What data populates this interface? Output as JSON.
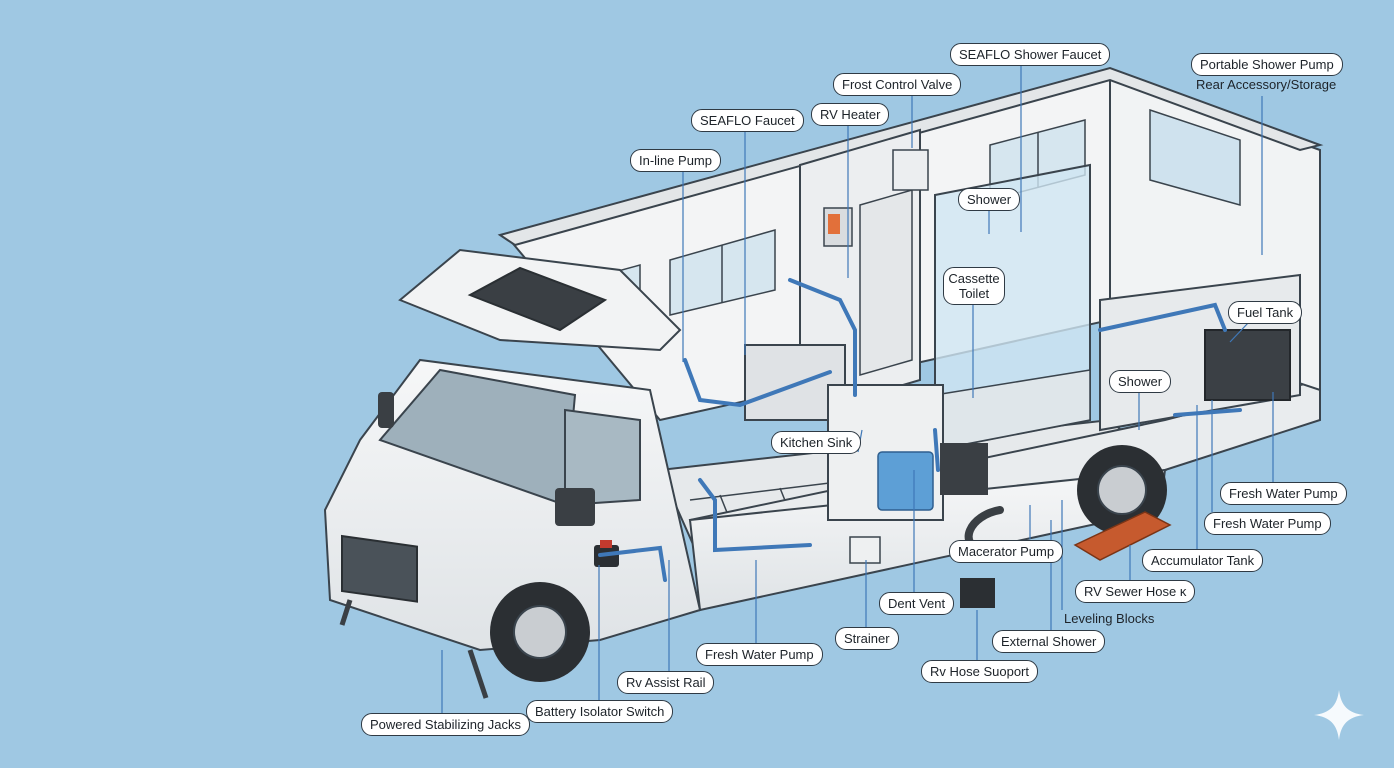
{
  "labels": {
    "seaflo_shower_faucet": "SEAFLO Shower Faucet",
    "portable_shower_pump": "Portable Shower Pump",
    "rear_accessory_storage": "Rear Accessory/Storage",
    "frost_control_valve": "Frost Control Valve",
    "seaflo_faucet": "SEAFLO Faucet",
    "rv_heater": "RV Heater",
    "inline_pump": "In-line Pump",
    "shower_upper": "Shower",
    "cassette_toilet": "Cassette Toilet",
    "fuel_tank": "Fuel Tank",
    "shower_lower": "Shower",
    "kitchen_sink": "Kitchen Sink",
    "fresh_water_pump_right_1": "Fresh Water Pump",
    "fresh_water_pump_right_2": "Fresh Water Pump",
    "macerator_pump": "Macerator Pump",
    "accumulator_tank": "Accumulator Tank",
    "rv_sewer_hose": "RV Sewer Hose κ",
    "dent_vent": "Dent Vent",
    "leveling_blocks": "Leveling Blocks",
    "strainer": "Strainer",
    "external_shower": "External Shower",
    "fresh_water_pump_bottom": "Fresh Water Pump",
    "rv_hose_support": "Rv Hose Suoport",
    "rv_assist_rail": "Rv Assist Rail",
    "battery_isolator_switch": "Battery Isolator Switch",
    "powered_stabilizing_jacks": "Powered Stabilizing Jacks"
  },
  "colors": {
    "background": "#9fc8e3",
    "body": "#eef0f1",
    "outline": "#3a444d",
    "pipe": "#3f78b8",
    "tank": "#d9dcdf",
    "glass": "#cfe6f3",
    "accent_orange": "#e2703a"
  },
  "icons": {
    "corner": "sparkle-icon"
  }
}
